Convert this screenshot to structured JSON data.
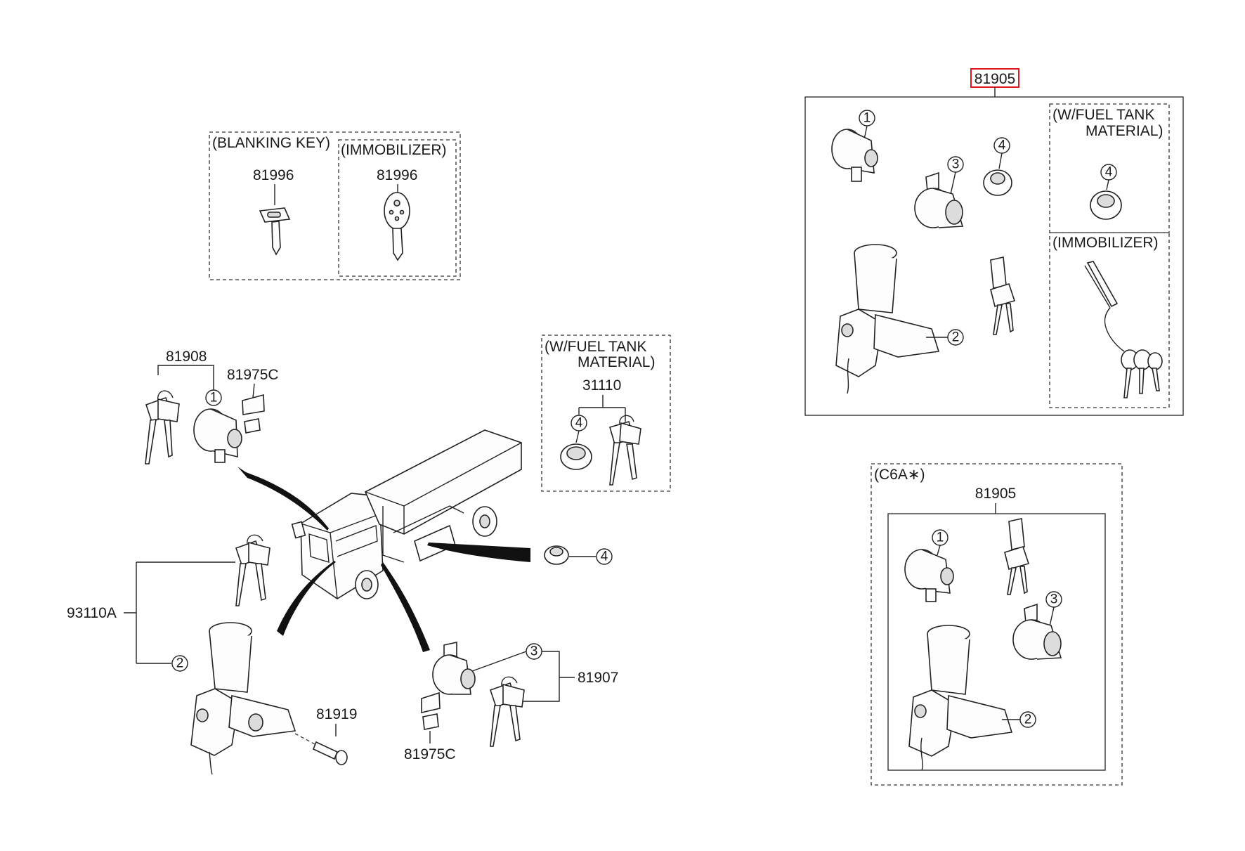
{
  "blanking_group": {
    "header_blanking": "(BLANKING KEY)",
    "header_immobilizer": "(IMMOBILIZER)",
    "key1_code": "81996",
    "key2_code": "81996"
  },
  "fuel_tank_group": {
    "header_line1": "(W/FUEL TANK",
    "header_line2": "MATERIAL)",
    "code": "31110",
    "callout": "4"
  },
  "main_assembly": {
    "label_81908": "81908",
    "label_81975c_top": "81975C",
    "label_93110a": "93110A",
    "label_81919": "81919",
    "label_81907": "81907",
    "label_81975c_bottom": "81975C",
    "callout_1": "1",
    "callout_2": "2",
    "callout_3": "3",
    "callout_4": "4"
  },
  "kit_81905": {
    "code": "81905",
    "highlight_color": "#e0141c",
    "callout_1": "1",
    "callout_2": "2",
    "callout_3": "3",
    "callout_4": "4",
    "fuel_header_line1": "(W/FUEL TANK",
    "fuel_header_line2": "MATERIAL)",
    "fuel_callout": "4",
    "immobilizer_header": "(IMMOBILIZER)"
  },
  "kit_c6a": {
    "header": "(C6A∗)",
    "code": "81905",
    "callout_1": "1",
    "callout_2": "2",
    "callout_3": "3"
  }
}
